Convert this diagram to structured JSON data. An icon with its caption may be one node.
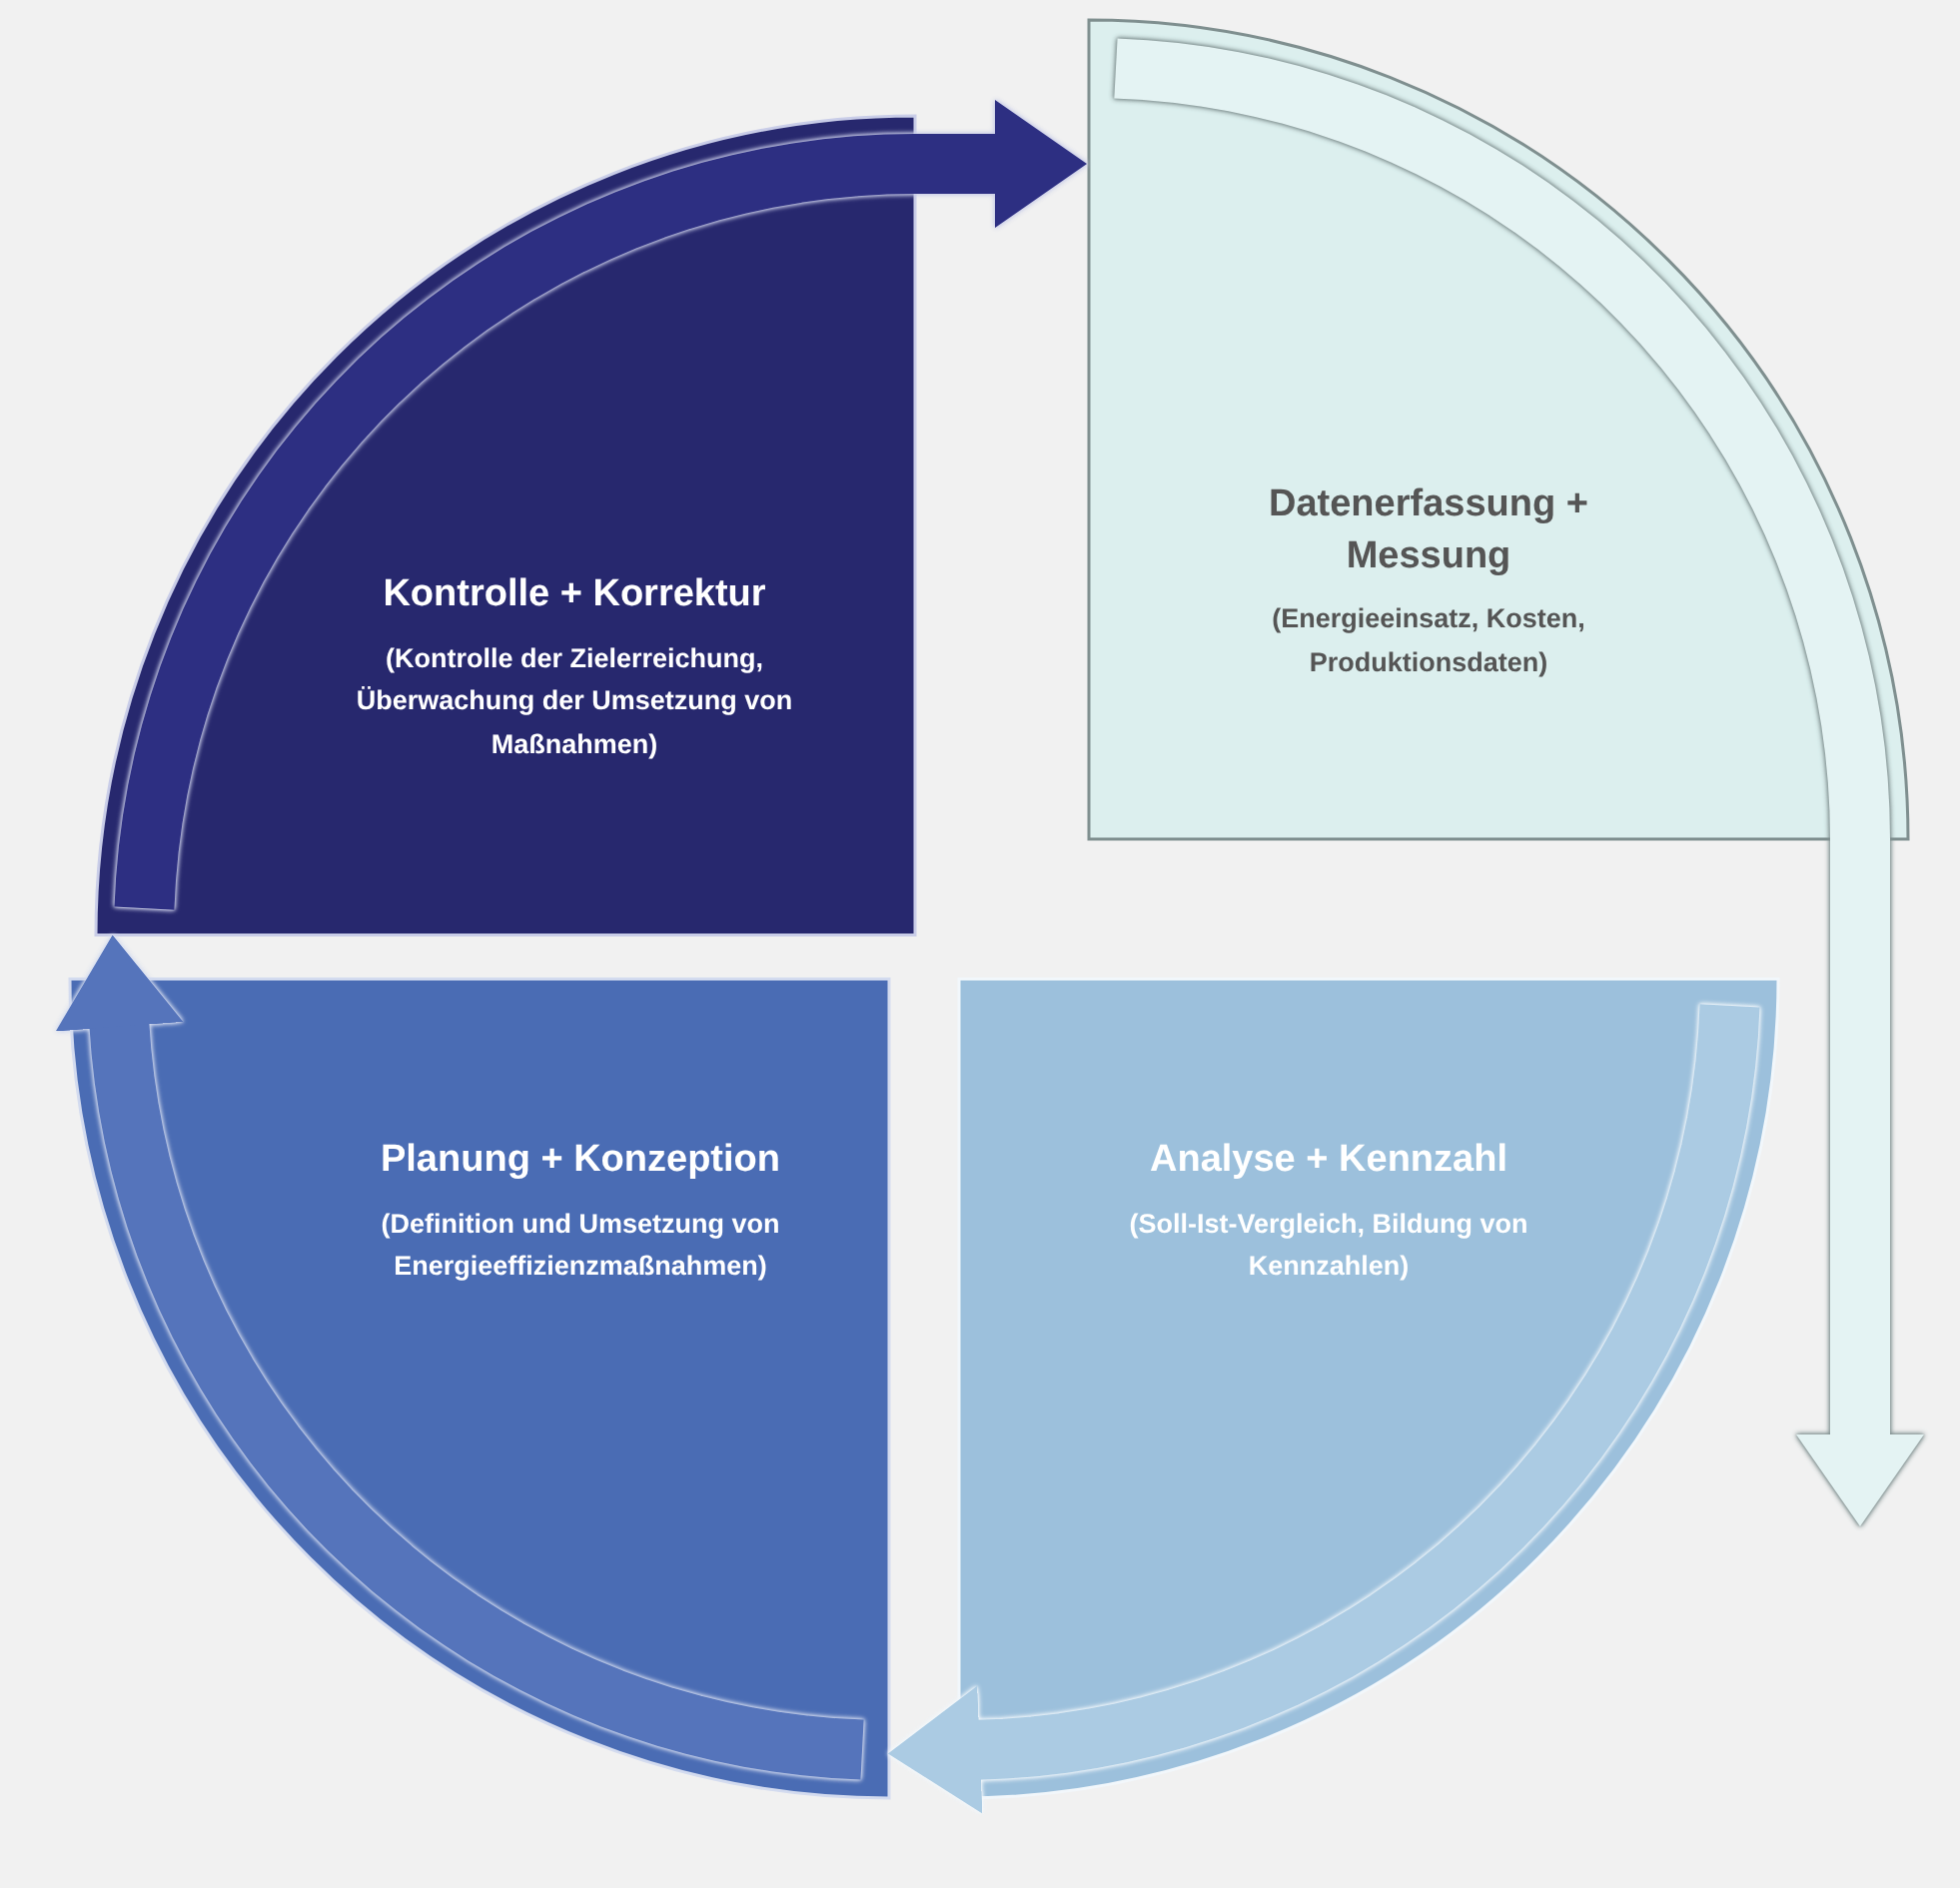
{
  "diagram": {
    "nodes": [
      {
        "text": [
          "Kontrolle + Korrektur",
          "(Kontrolle der Zielerreichung, Überwachung der Umsetzung von Maßnahmen)"
        ]
      },
      {
        "text": [
          "Datenerfassung + Messung",
          "(Energieeinsatz, Kosten, Produktionsdaten)"
        ]
      },
      {
        "text": [
          "Planung + Konzeption",
          "(Definition und Umsetzung von Energieeffizienzmaßnahmen)"
        ]
      },
      {
        "text": [
          "Analyse + Kennzahl",
          "(Soll-Ist-Vergleich, Bildung von Kennzahlen)"
        ]
      }
    ],
    "edges": [
      {
        "from": 0,
        "to": 1,
        "arrow": "to",
        "color": "#2d2f82"
      },
      {
        "from": 1,
        "to": 3,
        "arrow": "to",
        "color": "#e4f3f3"
      },
      {
        "from": 3,
        "to": 2,
        "arrow": "to",
        "color": "#abcbe3"
      },
      {
        "from": 2,
        "to": 0,
        "arrow": "to",
        "color": "#5574bb"
      }
    ]
  }
}
